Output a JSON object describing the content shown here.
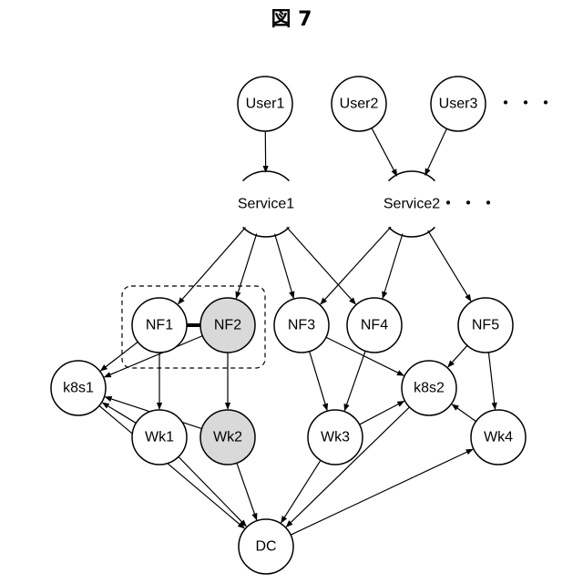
{
  "title": "図 7",
  "colors": {
    "stroke": "#000000",
    "node_fill": "#ffffff",
    "highlight_fill": "#d9d9d9"
  },
  "users": {
    "user1": "User1",
    "user2": "User2",
    "user3": "User3",
    "more": "・・・"
  },
  "services": {
    "service1": "Service1",
    "service2": "Service2",
    "more": "・・・"
  },
  "nfs": {
    "nf1": "NF1",
    "nf2": "NF2",
    "nf3": "NF3",
    "nf4": "NF4",
    "nf5": "NF5"
  },
  "clusters": {
    "k8s1": "k8s1",
    "k8s2": "k8s2"
  },
  "workers": {
    "wk1": "Wk1",
    "wk2": "Wk2",
    "wk3": "Wk3",
    "wk4": "Wk4"
  },
  "dc": "DC",
  "highlighted": [
    "nf2",
    "wk2"
  ],
  "edges": [
    [
      "user1",
      "service1"
    ],
    [
      "user2",
      "service2"
    ],
    [
      "user3",
      "service2"
    ],
    [
      "service1",
      "nf1"
    ],
    [
      "service1",
      "nf2"
    ],
    [
      "service1",
      "nf3"
    ],
    [
      "service1",
      "nf4"
    ],
    [
      "service2",
      "nf3"
    ],
    [
      "service2",
      "nf4"
    ],
    [
      "service2",
      "nf5"
    ],
    [
      "nf1",
      "k8s1"
    ],
    [
      "nf1",
      "wk1"
    ],
    [
      "nf2",
      "k8s1"
    ],
    [
      "nf2",
      "wk2"
    ],
    [
      "nf3",
      "k8s2"
    ],
    [
      "nf3",
      "wk3"
    ],
    [
      "nf4",
      "wk3"
    ],
    [
      "nf5",
      "k8s2"
    ],
    [
      "nf5",
      "wk4"
    ],
    [
      "wk1",
      "k8s1"
    ],
    [
      "wk2",
      "k8s1"
    ],
    [
      "wk3",
      "k8s2"
    ],
    [
      "wk4",
      "k8s2"
    ],
    [
      "k8s1",
      "dc"
    ],
    [
      "wk1",
      "dc"
    ],
    [
      "wk2",
      "dc"
    ],
    [
      "wk3",
      "dc"
    ],
    [
      "k8s2",
      "dc"
    ],
    [
      "dc",
      "wk4"
    ]
  ],
  "links": [
    [
      "nf1",
      "nf2"
    ]
  ],
  "groups": [
    [
      "nf1",
      "nf2"
    ]
  ]
}
